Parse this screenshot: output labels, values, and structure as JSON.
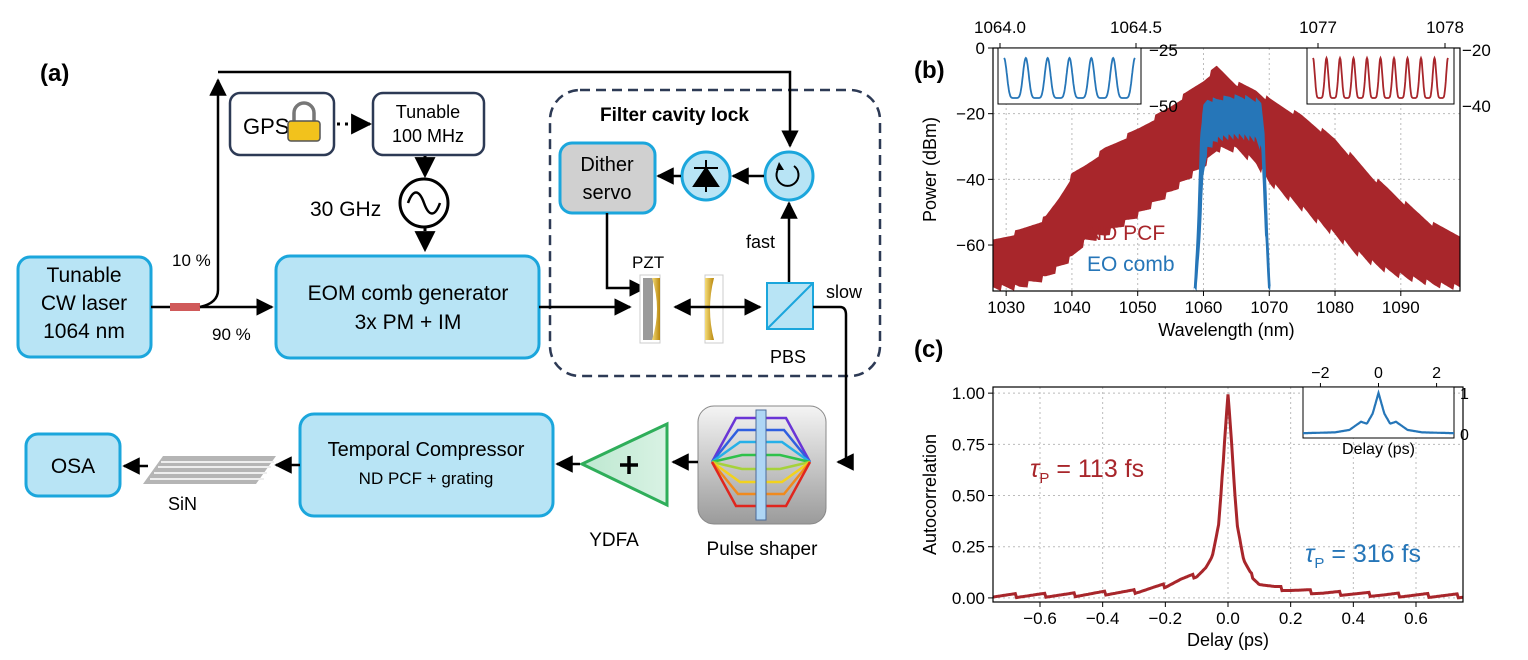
{
  "panel_a": {
    "label": "(a)",
    "boxes": {
      "laser_line1": "Tunable",
      "laser_line2": "CW laser",
      "laser_line3": "1064 nm",
      "gps": "GPS",
      "ref_line1": "Tunable",
      "ref_line2": "100 MHz",
      "eom_line1": "EOM comb generator",
      "eom_line2": "3x PM + IM",
      "dither_line1": "Dither",
      "dither_line2": "servo",
      "compressor_line1": "Temporal Compressor",
      "compressor_line2": "ND PCF + grating",
      "osa": "OSA"
    },
    "labels": {
      "freq": "30 GHz",
      "split_10": "10 %",
      "split_90": "90 %",
      "filter_cavity_lock": "Filter cavity lock",
      "pzt": "PZT",
      "fast": "fast",
      "slow": "slow",
      "pbs": "PBS",
      "sin": "SiN",
      "ydfa": "YDFA",
      "pulse_shaper": "Pulse shaper"
    }
  },
  "chart_data": [
    {
      "panel": "(b)",
      "type": "area",
      "xlabel": "Wavelength (nm)",
      "ylabel": "Power (dBm)",
      "xlim": [
        1028,
        1099
      ],
      "ylim": [
        -74,
        0
      ],
      "xticks": [
        "1030",
        "1040",
        "1050",
        "1060",
        "1070",
        "1080",
        "1090"
      ],
      "yticks": [
        "0",
        "−20",
        "−40",
        "−60"
      ],
      "grid": true,
      "series": [
        {
          "name": "ND PCF",
          "color": "#a8262b",
          "x": [
            1028,
            1032,
            1036,
            1038,
            1040,
            1042,
            1045,
            1050,
            1055,
            1060,
            1062,
            1065,
            1068,
            1070,
            1075,
            1080,
            1083,
            1086,
            1088,
            1091,
            1095,
            1099
          ],
          "y_top": [
            -58,
            -55,
            -51,
            -45,
            -38,
            -35,
            -30,
            -24,
            -17,
            -9,
            -5,
            -10,
            -12,
            -15,
            -20,
            -27,
            -33,
            -39,
            -42,
            -47,
            -53,
            -56
          ],
          "y_bottom": [
            -74,
            -74,
            -71,
            -68,
            -65,
            -60,
            -58,
            -52,
            -45,
            -37,
            -32,
            -32,
            -36,
            -42,
            -50,
            -58,
            -63,
            -67,
            -69,
            -71,
            -73,
            -74
          ]
        },
        {
          "name": "EO comb",
          "color": "#2676b8",
          "x": [
            1058.5,
            1059.0,
            1059.5,
            1060.0,
            1060.6,
            1062,
            1064,
            1066,
            1068,
            1068.8,
            1069.3,
            1069.8,
            1070.2
          ],
          "y_top": [
            -74,
            -55,
            -25,
            -17,
            -15,
            -15,
            -14,
            -14,
            -15,
            -16,
            -25,
            -55,
            -72
          ],
          "y_bottom": [
            -74,
            -74,
            -60,
            -40,
            -32,
            -29,
            -28,
            -28,
            -29,
            -32,
            -55,
            -74,
            -74
          ]
        }
      ],
      "insets": [
        {
          "type": "line",
          "color": "#2676b8",
          "top_ticks": [
            "1064.0",
            "1064.5"
          ],
          "right_ticks": [
            "−25",
            "−50"
          ],
          "peaks": 6
        },
        {
          "type": "line",
          "color": "#a8262b",
          "top_ticks": [
            "1077",
            "1078"
          ],
          "right_ticks": [
            "−20",
            "−40"
          ],
          "peaks": 10
        }
      ]
    },
    {
      "panel": "(c)",
      "type": "line",
      "xlabel": "Delay (ps)",
      "ylabel": "Autocorrelation",
      "xlim": [
        -0.75,
        0.75
      ],
      "ylim": [
        -0.02,
        1.03
      ],
      "xticks": [
        "−0.6",
        "−0.4",
        "−0.2",
        "0.0",
        "0.2",
        "0.4",
        "0.6"
      ],
      "yticks": [
        "0.00",
        "0.25",
        "0.50",
        "0.75",
        "1.00"
      ],
      "grid": true,
      "series": [
        {
          "color": "#a8262b",
          "x": [
            -0.75,
            -0.5,
            -0.3,
            -0.2,
            -0.15,
            -0.1,
            -0.07,
            -0.05,
            -0.03,
            -0.02,
            -0.01,
            0,
            0.01,
            0.02,
            0.03,
            0.05,
            0.07,
            0.1,
            0.15,
            0.2,
            0.3,
            0.5,
            0.75
          ],
          "y": [
            0.01,
            0.015,
            0.03,
            0.06,
            0.09,
            0.11,
            0.15,
            0.2,
            0.35,
            0.55,
            0.8,
            1.0,
            0.8,
            0.55,
            0.35,
            0.18,
            0.12,
            0.07,
            0.05,
            0.04,
            0.025,
            0.015,
            0.01
          ]
        }
      ],
      "annotations": {
        "red_tau_sym": "τ",
        "red_tau_sub": "P",
        "red_tau_val": " = 113 fs",
        "blue_tau_sym": "τ",
        "blue_tau_sub": "P",
        "blue_tau_val": " = 316 fs"
      },
      "inset": {
        "type": "line",
        "color": "#2676b8",
        "xlabel": "Delay (ps)",
        "top_ticks": [
          "−2",
          "0",
          "2"
        ],
        "right_ticks": [
          "1",
          "0"
        ],
        "x": [
          -2.6,
          -1.5,
          -1.0,
          -0.8,
          -0.6,
          -0.4,
          -0.2,
          0,
          0.2,
          0.4,
          0.6,
          0.8,
          1.0,
          1.5,
          2.6
        ],
        "y": [
          0.02,
          0.04,
          0.1,
          0.2,
          0.3,
          0.25,
          0.5,
          1.0,
          0.5,
          0.25,
          0.3,
          0.2,
          0.1,
          0.04,
          0.02
        ]
      }
    }
  ]
}
